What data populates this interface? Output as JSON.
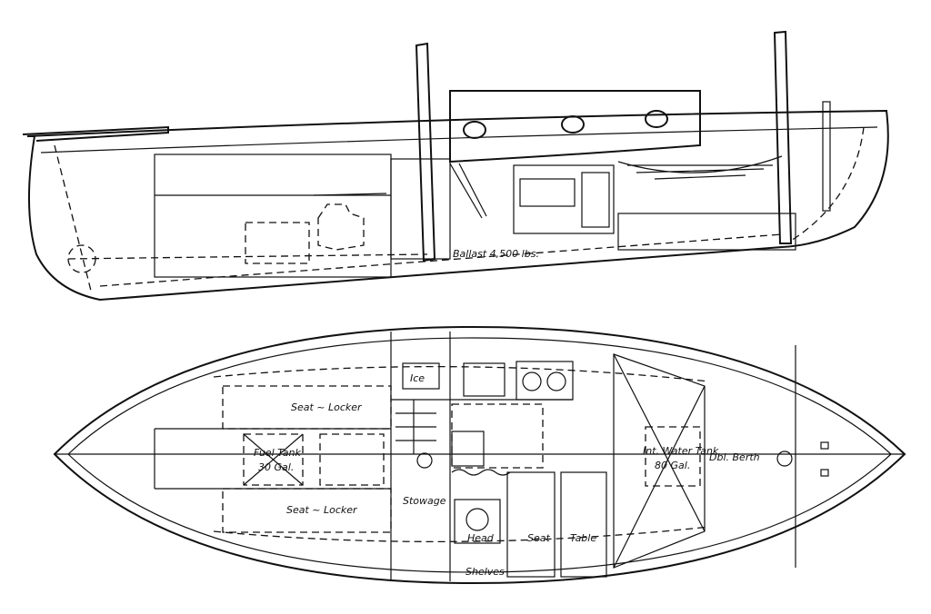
{
  "profile": {
    "ballast_label": "Ballast 4,500 lbs."
  },
  "plan": {
    "ice_label": "Ice",
    "seat_locker_top": "Seat ~ Locker",
    "seat_locker_bottom": "Seat ~ Locker",
    "fuel_tank_label": "Fuel Tank",
    "fuel_tank_capacity": "30 Gal.",
    "stowage_label": "Stowage",
    "head_label": "Head",
    "shelves_label": "Shelves",
    "seat_label": "Seat",
    "table_label": "Table",
    "water_tank_label": "Int. Water Tank",
    "water_tank_capacity": "80 Gal.",
    "berth_label": "Dbl. Berth"
  },
  "colors": {
    "ink": "#111111",
    "paper": "#ffffff"
  }
}
